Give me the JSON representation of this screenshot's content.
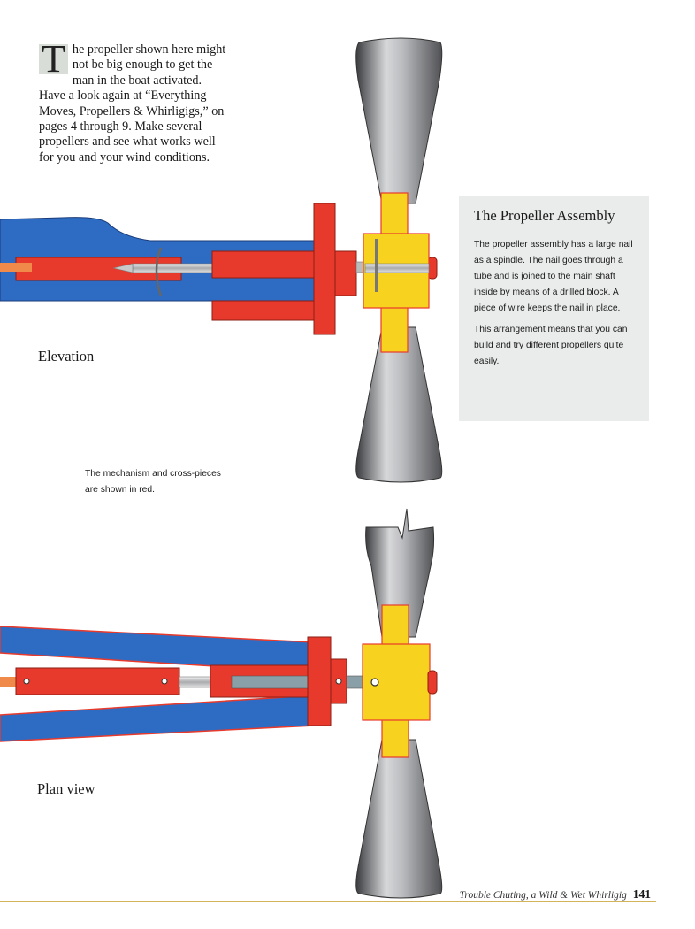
{
  "intro": {
    "dropcap": "T",
    "text": "he propeller shown here might not be big enough to get the man in the boat activated. Have a look again at “Everything Moves, Propellers & Whirligigs,” on pages 4 through 9. Make several propellers and see what works well for you and your wind conditions."
  },
  "sidebar": {
    "heading": "The Propeller Assembly",
    "paragraph1": "The propeller assembly has a large nail as a spindle. The nail goes through a tube and is joined to the main shaft inside by means of a drilled block. A piece of wire keeps the nail in place.",
    "paragraph2": "This arrangement means that you can build and try different propellers quite easily."
  },
  "labels": {
    "elevation": "Elevation",
    "plan_view": "Plan view"
  },
  "note": "The mechanism and cross-pieces are shown in red.",
  "footer": {
    "title": "Trouble Chuting, a Wild & Wet Whirligig",
    "page": "141"
  },
  "colors": {
    "blue": "#2e6cc4",
    "red": "#e83a2c",
    "yellow": "#f7d31f",
    "gray_blade": "#8f9194",
    "gold_rule": "#d4b45a",
    "sidebar_bg": "#eaeceb"
  }
}
